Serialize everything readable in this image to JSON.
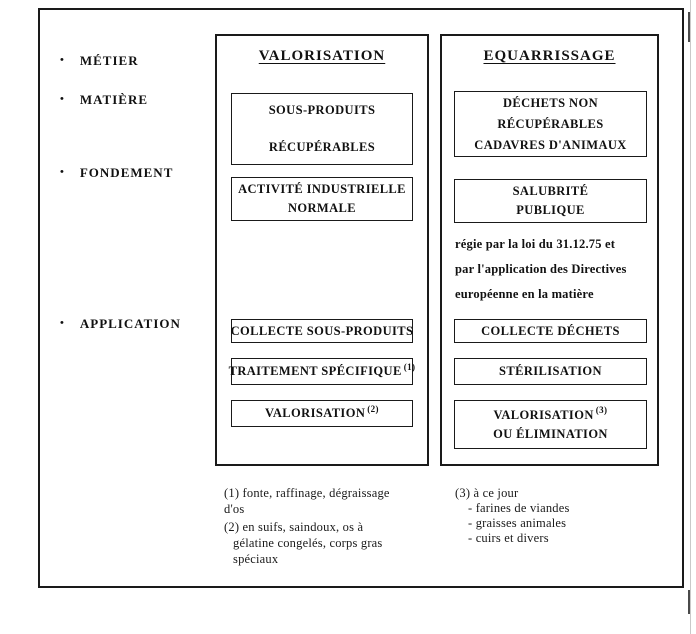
{
  "page": {
    "labels": [
      {
        "bullet": "•",
        "text": "MÉTIER"
      },
      {
        "bullet": "•",
        "text": "MATIÈRE"
      },
      {
        "bullet": "•",
        "text": "FONDEMENT"
      },
      {
        "bullet": "•",
        "text": "APPLICATION"
      }
    ],
    "valorisation": {
      "title": "VALORISATION",
      "matiere": [
        "SOUS-PRODUITS",
        "RÉCUPÉRABLES"
      ],
      "fondement": [
        "ACTIVITÉ INDUSTRIELLE",
        "NORMALE"
      ],
      "app_collecte": "COLLECTE SOUS-PRODUITS",
      "app_traitement": "TRAITEMENT SPÉCIFIQUE",
      "app_traitement_sup": "(1)",
      "app_valorisation": "VALORISATION",
      "app_valorisation_sup": "(2)"
    },
    "equarrissage": {
      "title": "EQUARRISSAGE",
      "matiere": [
        "DÉCHETS NON",
        "RÉCUPÉRABLES",
        "CADAVRES D'ANIMAUX"
      ],
      "fondement": [
        "SALUBRITÉ",
        "PUBLIQUE"
      ],
      "law": [
        "régie par la loi du 31.12.75 et",
        "par l'application des Directives",
        "européenne en la matière"
      ],
      "app_collecte": "COLLECTE DÉCHETS",
      "app_sterilisation": "STÉRILISATION",
      "app_valorisation": "VALORISATION",
      "app_valorisation_sup": "(3)",
      "app_valorisation_line2": "OU ÉLIMINATION"
    },
    "footnotes": {
      "left": [
        "(1) fonte, raffinage, dégraissage",
        "d'os",
        "(2) en suifs, saindoux, os à",
        "gélatine congelés, corps gras",
        "spéciaux"
      ],
      "right_head": "(3) à ce jour",
      "right_items": [
        "- farines de viandes",
        "- graisses animales",
        "- cuirs et divers"
      ]
    }
  }
}
